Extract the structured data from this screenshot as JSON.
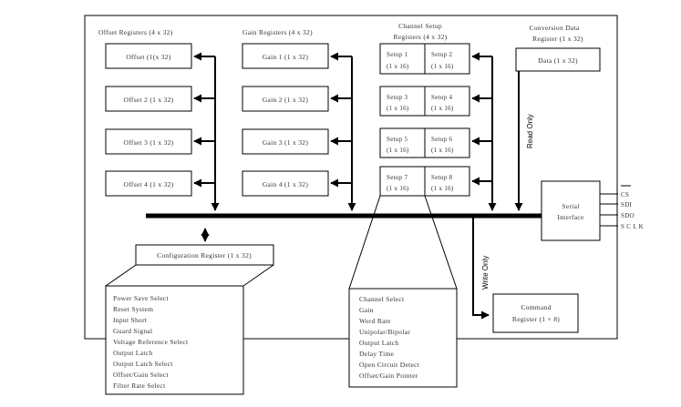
{
  "offset": {
    "header": "Offset Registers (4 x 32)",
    "regs": [
      "Offset (1(x 32)",
      "Offset 2 (1 x 32)",
      "Offset 3 (1 x 32)",
      "Offset 4 (1 x 32)"
    ]
  },
  "gain": {
    "header": "Gain Registers (4 x 32)",
    "regs": [
      "Gain 1 (1 x 32)",
      "Gain 2 (1 x 32)",
      "Gain 3 (1 x 32)",
      "Gain 4 (1 x 32)"
    ]
  },
  "setup": {
    "header_line1": "Channel Setup",
    "header_line2": "Registers (4 x 32)",
    "cells": [
      {
        "name": "Setup 1",
        "size": "(1 x 16)"
      },
      {
        "name": "Setup 2",
        "size": "(1 x 16)"
      },
      {
        "name": "Setup 3",
        "size": "(1 x 16)"
      },
      {
        "name": "Setup 4",
        "size": "(1 x 16)"
      },
      {
        "name": "Setup 5",
        "size": "(1 x 16)"
      },
      {
        "name": "Setup 6",
        "size": "(1 x 16)"
      },
      {
        "name": "Setup 7",
        "size": "(1 x 16)"
      },
      {
        "name": "Setup 8",
        "size": "(1 x 16)"
      }
    ],
    "fields": [
      "Channel Select",
      "Gain",
      "Word Rate",
      "Unipolar/Bipolar",
      "Output Latch",
      "Delay Time",
      "Open Circuit Detect",
      "Offset/Gain Pointer"
    ]
  },
  "conversion": {
    "header_line1": "Conversion Data",
    "header_line2": "Register (1 x 32)",
    "reg": "Data (1 x 32)",
    "read_only": "Read Only"
  },
  "serial": {
    "line1": "Serial",
    "line2": "Interface",
    "pins": [
      "CS",
      "SDI",
      "SDO",
      "S C L K"
    ]
  },
  "config": {
    "reg": "Configuration Register (1 x 32)",
    "fields": [
      "Power Save Select",
      "Reset System",
      "Input Short",
      "Guard Signal",
      "Voltage Reference Select",
      "Output Latch",
      "Output Latch Select",
      "Offset/Gain Select",
      "Filter Rate Select"
    ]
  },
  "command": {
    "line1": "Command",
    "line2": "Register (1 × 8)",
    "write_only": "Write Only"
  }
}
